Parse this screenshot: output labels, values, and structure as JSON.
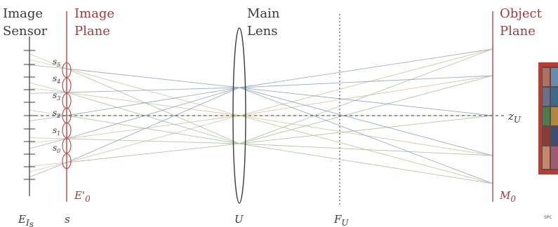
{
  "labels": {
    "image_sensor": [
      "Image",
      "Sensor"
    ],
    "image_plane": [
      "Image",
      "Plane"
    ],
    "main_lens": [
      "Main",
      "Lens"
    ],
    "object_plane": [
      "Object",
      "Plane"
    ]
  },
  "math": {
    "e_sensor": "E",
    "e_sensor_sub": "I",
    "e_sensor_subsub": "s",
    "s": "s",
    "e_prime": "E'",
    "e_prime_sub": "0",
    "u": "U",
    "f_u": "F",
    "f_u_sub": "U",
    "z_u": "z",
    "z_u_sub": "U",
    "m0": "M",
    "m0_sub": "0"
  },
  "sub_images": [
    {
      "base": "s",
      "sub": "5"
    },
    {
      "base": "s",
      "sub": "4"
    },
    {
      "base": "s",
      "sub": "3"
    },
    {
      "base": "s",
      "sub": "2"
    },
    {
      "base": "s",
      "sub": "1"
    },
    {
      "base": "s",
      "sub": "0"
    }
  ],
  "inset_caption": "SPC",
  "colors": {
    "red_line": "#b04848",
    "dark": "#3a3a3a",
    "ray_blue": "#8e9ec8",
    "ray_green": "#a9be9c",
    "ray_olive": "#c7c39a"
  }
}
